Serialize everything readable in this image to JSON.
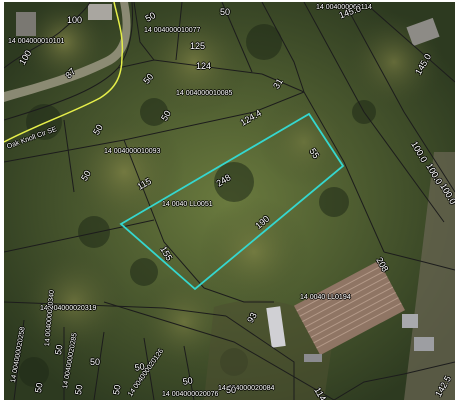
{
  "map": {
    "colors": {
      "highlight": "#35d7cf",
      "parcel_line": "#1c1c1c",
      "road_line": "#e6ef4a",
      "label_text": "#ffffff",
      "label_halo": "#000000"
    },
    "road_name": "Oak Knoll Cir SE",
    "subject_parcel": {
      "id": "14 0040 LL0051",
      "dimensions": [
        "248",
        "55",
        "190",
        "155"
      ]
    },
    "parcel_ids": [
      "14 004000010077",
      "14 004000010101",
      "14 004000010085",
      "14 004000060114",
      "14 004000010093",
      "14 0040 LL0194",
      "14 004000020319",
      "14 004000020340",
      "14 004000020126",
      "14 004000020076",
      "14 004000020084",
      "14 004000020258",
      "14 004000020285"
    ],
    "dimension_labels": [
      "100",
      "100",
      "50",
      "87",
      "50",
      "50",
      "125",
      "124",
      "50",
      "31",
      "124.4",
      "50",
      "50",
      "145.0",
      "145.0",
      "100.0",
      "100.0",
      "100.0",
      "115",
      "208",
      "93",
      "114",
      "142.5",
      "50",
      "50",
      "50",
      "50",
      "50",
      "50",
      "50",
      "50"
    ]
  }
}
